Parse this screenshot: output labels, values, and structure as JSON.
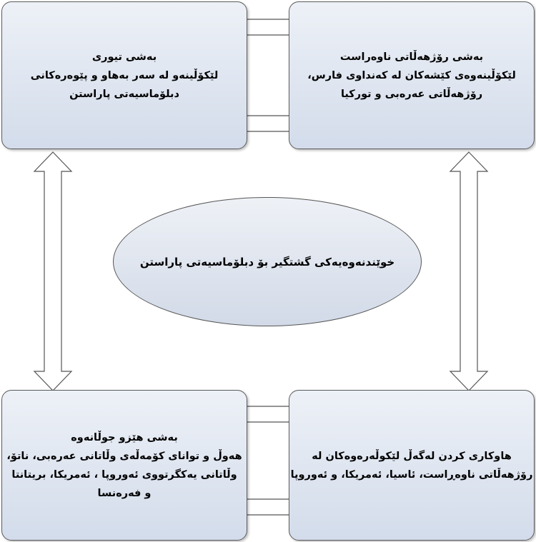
{
  "boxes": {
    "top_left": {
      "title": "بەشی تیوری",
      "lines": [
        "لێکۆڵینەو لە سەر بەهاو و پێوەرەکانی",
        "دبلۆماسیەتی پاراستن"
      ]
    },
    "top_right": {
      "title": "بەشی رۆژهەڵاتی ناوەراست",
      "lines": [
        "لێکۆڵینەوەی کێشەکان لە کەنداوی فارس،",
        "رۆژهەڵاتی عەرەبی و تورکیا"
      ]
    },
    "bottom_left": {
      "title": "بەشی هێزو جوڵانەوە",
      "lines": [
        "هەوڵ و توانای کۆمەڵەی وڵاتانی عەرەبی، ناتۆ،",
        "وڵاتانی یەکگرتووی ئەوروپا ، ئەمریکا، بریتانتا",
        "و فەرەنسا"
      ]
    },
    "bottom_right": {
      "lines": [
        "هاوکاری کردن لەگەڵ لێکوڵەرەوەکان لە",
        "رۆژهەڵاتی ناوەڕاست، ئاسیا، ئەمریکا، و ئەوروپا"
      ]
    }
  },
  "center": {
    "text": "خوێندنەوەیەکی گشتگیر بۆ دبلۆماسیەتی پاراستن"
  },
  "colors": {
    "box_fill_top": "#edf1f7",
    "box_fill_bottom": "#d3dceb",
    "border": "#5a5a5a",
    "arrow_fill": "#ffffff"
  }
}
